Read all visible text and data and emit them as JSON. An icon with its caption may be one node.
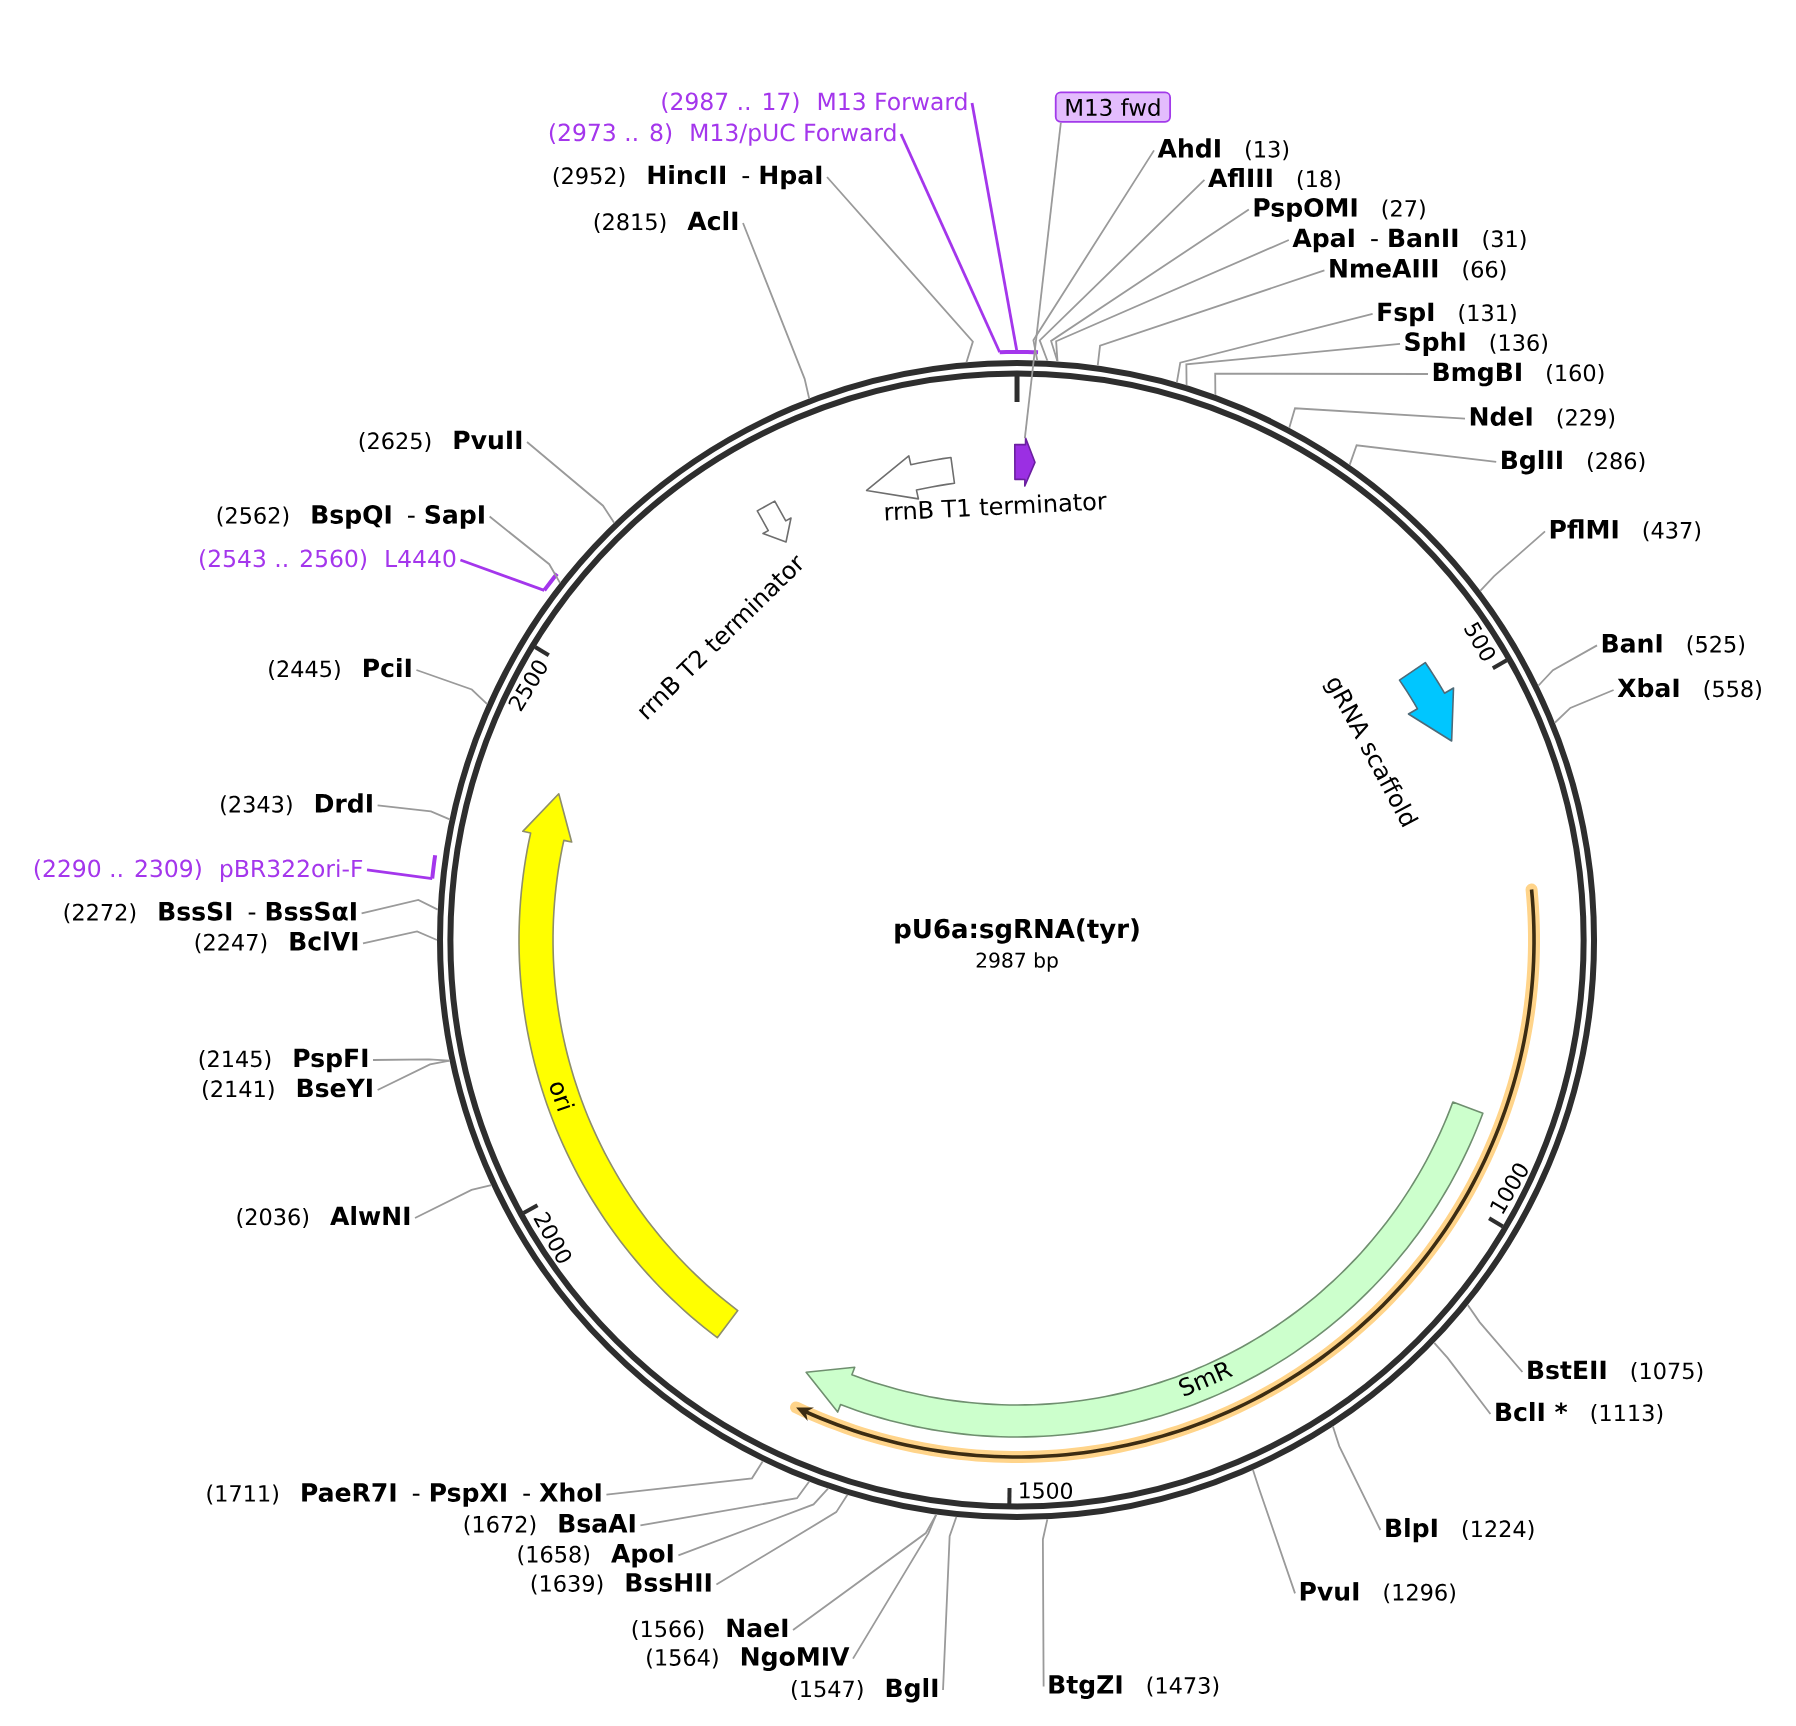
{
  "diagram": {
    "nodes": [
      {
        "text": [
          "pU6a:sgRNA(tyr)",
          "2987 bp"
        ]
      },
      {
        "text": [],
        "shape": "arrow",
        "in": 0
      },
      {
        "text": [
          "rrnB T1 terminator"
        ],
        "in": 0
      },
      {
        "text": [
          "rrnB T2 terminator"
        ],
        "in": 0
      },
      {
        "text": [
          "gRNA scaffold"
        ],
        "in": 0
      },
      {
        "text": [
          "ori"
        ],
        "in": 0
      },
      {
        "text": [
          "SmR"
        ],
        "in": 0
      },
      {
        "text": [
          "(2987 .. 17)",
          "M13 Forward"
        ]
      },
      {
        "text": [
          "M13 fwd"
        ]
      },
      {
        "text": [
          "(2973 .. 8)",
          "M13/pUC Forward"
        ]
      },
      {
        "text": [
          "AhdI",
          "(13)"
        ]
      },
      {
        "text": [
          "(2952)",
          "HincII",
          "-",
          "HpaI"
        ]
      },
      {
        "text": [
          "AflIII",
          "(18)"
        ]
      },
      {
        "text": [
          "PspOMI",
          "(27)"
        ]
      },
      {
        "text": [
          "(2815)",
          "AclI"
        ]
      },
      {
        "text": [
          "ApaI",
          "-",
          "BanII",
          "(31)"
        ]
      },
      {
        "text": [
          "NmeAIII",
          "(66)"
        ]
      },
      {
        "text": [
          "FspI",
          "(131)"
        ]
      },
      {
        "text": [
          "SphI",
          "(136)"
        ]
      },
      {
        "text": [],
        "shape": "bar"
      },
      {
        "text": [],
        "shape": "bar"
      },
      {
        "text": [
          "BmgBI",
          "(160)"
        ]
      },
      {
        "text": [
          "NdeI",
          "(229)"
        ]
      },
      {
        "text": [
          "(2625)",
          "PvuII"
        ]
      },
      {
        "text": [
          "BglII",
          "(286)"
        ]
      },
      {
        "text": [
          "(2562)",
          "BspQI",
          "-",
          "SapI"
        ]
      },
      {
        "text": [
          "PflMI",
          "(437)"
        ]
      },
      {
        "text": [
          "(2543 .. 2560)",
          "L4440"
        ]
      },
      {
        "text": [],
        "shape": "bar"
      },
      {
        "text": [
          "BanI",
          "(525)"
        ]
      },
      {
        "text": [
          "(2445)",
          "PciI"
        ]
      },
      {
        "text": [
          "XbaI",
          "(558)"
        ]
      },
      {
        "text": [
          "(2343)",
          "DrdI"
        ]
      },
      {
        "text": [
          "(2290 .. 2309)",
          "pBR322ori-F"
        ]
      },
      {
        "text": [],
        "shape": "bar"
      },
      {
        "text": [
          "(2272)",
          "BssSI",
          "-",
          "BssSαI"
        ]
      },
      {
        "text": [
          "(2247)",
          "BclVI"
        ]
      },
      {
        "text": [
          "(2145)",
          "PspFI"
        ]
      },
      {
        "text": [
          "(2141)",
          "BseYI"
        ]
      },
      {
        "text": [
          "(2036)",
          "AlwNI"
        ]
      },
      {
        "text": [
          "BstEII",
          "(1075)"
        ]
      },
      {
        "text": [
          "BclI *",
          "(1113)"
        ]
      },
      {
        "text": [
          "(1711)",
          "PaeR7I",
          "-",
          "PspXI",
          "-",
          "XhoI"
        ]
      },
      {
        "text": [
          "(1672)",
          "BsaAI"
        ]
      },
      {
        "text": [
          "BlpI",
          "(1224)"
        ]
      },
      {
        "text": [
          "(1658)",
          "ApoI"
        ]
      },
      {
        "text": [
          "(1639)",
          "BssHII"
        ]
      },
      {
        "text": [
          "PvuI",
          "(1296)"
        ]
      },
      {
        "text": [
          "(1566)",
          "NaeI"
        ]
      },
      {
        "text": [
          "(1564)",
          "NgoMIV"
        ]
      },
      {
        "text": [
          "(1547)",
          "BglI"
        ]
      },
      {
        "text": [
          "BtgZI",
          "(1473)"
        ]
      }
    ],
    "edges": [
      {
        "from": 7,
        "to": 19,
        "arrow": "none",
        "color": "#a436ec"
      },
      {
        "from": 8,
        "to": 1,
        "arrow": "none"
      },
      {
        "from": 9,
        "to": 20,
        "arrow": "none",
        "color": "#a436ec"
      },
      {
        "from": 10,
        "to": 0,
        "arrow": "none"
      },
      {
        "from": 11,
        "to": 0,
        "arrow": "none"
      },
      {
        "from": 12,
        "to": 0,
        "arrow": "none"
      },
      {
        "from": 13,
        "to": 0,
        "arrow": "none"
      },
      {
        "from": 14,
        "to": 0,
        "arrow": "none"
      },
      {
        "from": 15,
        "to": 0,
        "arrow": "none"
      },
      {
        "from": 16,
        "to": 0,
        "arrow": "none"
      },
      {
        "from": 17,
        "to": 0,
        "arrow": "none"
      },
      {
        "from": 18,
        "to": 0,
        "arrow": "none"
      },
      {
        "from": 21,
        "to": 0,
        "arrow": "none"
      },
      {
        "from": 22,
        "to": 0,
        "arrow": "none"
      },
      {
        "from": 23,
        "to": 0,
        "arrow": "none"
      },
      {
        "from": 24,
        "to": 0,
        "arrow": "none"
      },
      {
        "from": 25,
        "to": 0,
        "arrow": "none"
      },
      {
        "from": 26,
        "to": 0,
        "arrow": "none"
      },
      {
        "from": 27,
        "to": 28,
        "arrow": "none",
        "color": "#a436ec"
      },
      {
        "from": 29,
        "to": 0,
        "arrow": "none"
      },
      {
        "from": 30,
        "to": 0,
        "arrow": "none"
      },
      {
        "from": 31,
        "to": 0,
        "arrow": "none"
      },
      {
        "from": 32,
        "to": 0,
        "arrow": "none"
      },
      {
        "from": 33,
        "to": 34,
        "arrow": "none",
        "color": "#a436ec"
      },
      {
        "from": 35,
        "to": 0,
        "arrow": "none"
      },
      {
        "from": 36,
        "to": 0,
        "arrow": "none"
      },
      {
        "from": 37,
        "to": 0,
        "arrow": "none"
      },
      {
        "from": 38,
        "to": 0,
        "arrow": "none"
      },
      {
        "from": 39,
        "to": 0,
        "arrow": "none"
      },
      {
        "from": 40,
        "to": 0,
        "arrow": "none"
      },
      {
        "from": 41,
        "to": 0,
        "arrow": "none"
      },
      {
        "from": 42,
        "to": 0,
        "arrow": "none"
      },
      {
        "from": 43,
        "to": 0,
        "arrow": "none"
      },
      {
        "from": 44,
        "to": 0,
        "arrow": "none"
      },
      {
        "from": 45,
        "to": 0,
        "arrow": "none"
      },
      {
        "from": 46,
        "to": 0,
        "arrow": "none"
      },
      {
        "from": 47,
        "to": 0,
        "arrow": "none"
      },
      {
        "from": 48,
        "to": 0,
        "arrow": "none"
      },
      {
        "from": 49,
        "to": 0,
        "arrow": "none"
      },
      {
        "from": 50,
        "to": 0,
        "arrow": "none"
      },
      {
        "from": 51,
        "to": 0,
        "arrow": "none"
      }
    ],
    "labels": [
      "500",
      "2500",
      "1000",
      "2000",
      "1500"
    ]
  }
}
